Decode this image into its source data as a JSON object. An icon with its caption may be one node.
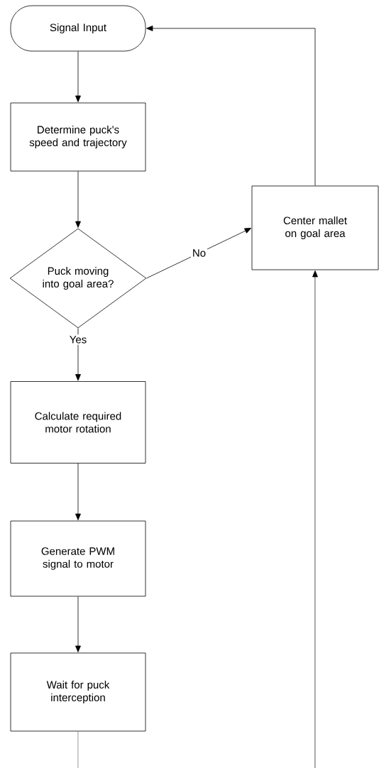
{
  "diagram": {
    "nodes": [
      {
        "text": [
          "Signal Input"
        ]
      },
      {
        "text": [
          "Determine puck's speed and trajectory"
        ]
      },
      {
        "text": [
          "Puck moving into goal area?"
        ]
      },
      {
        "text": [
          "Center mallet on goal area"
        ]
      },
      {
        "text": [
          "Calculate required motor rotation"
        ]
      },
      {
        "text": [
          "Generate PWM signal to motor"
        ]
      },
      {
        "text": [
          "Wait for puck interception"
        ]
      }
    ],
    "edges": [
      {
        "from": 0,
        "to": 1,
        "arrow": "to"
      },
      {
        "from": 1,
        "to": 2,
        "arrow": "to"
      },
      {
        "from": 2,
        "to": 3,
        "arrow": "to",
        "label": "No"
      },
      {
        "from": 2,
        "to": 4,
        "arrow": "to",
        "label": "Yes"
      },
      {
        "from": 4,
        "to": 5,
        "arrow": "to"
      },
      {
        "from": 5,
        "to": 6,
        "arrow": "to"
      },
      {
        "from": 6,
        "to": null,
        "arrow": "none"
      },
      {
        "from": 3,
        "to": 0,
        "arrow": "to"
      },
      {
        "from": null,
        "to": 3,
        "arrow": "to"
      }
    ]
  }
}
